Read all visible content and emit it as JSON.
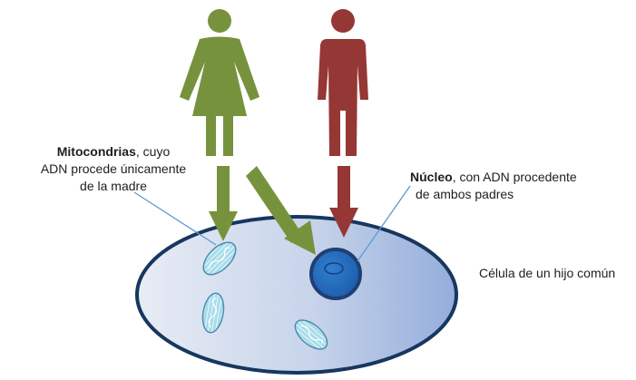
{
  "labels": {
    "mitochondria_bold": "Mitocondrias",
    "mitochondria_rest_line1": ", cuyo",
    "mitochondria_line2": "ADN procede únicamente",
    "mitochondria_line3": "de la madre",
    "nucleus_bold": "Núcleo",
    "nucleus_rest_line1": ", con ADN procedente",
    "nucleus_line2": "de ambos padres",
    "cell": "Célula de un hijo común"
  },
  "colors": {
    "mother": "#77923c",
    "father": "#953735",
    "cell_fill_light": "#e6ebf4",
    "cell_fill_dark": "#9bb3dc",
    "cell_stroke": "#17375e",
    "nucleus_fill": "#2e75b6",
    "nucleus_stroke": "#1f4e79",
    "mitochondria_fill": "#9fd6e6",
    "pointer_line": "#5b9bd5"
  },
  "icons": {
    "mother": "woman-figure-icon",
    "father": "man-figure-icon"
  }
}
